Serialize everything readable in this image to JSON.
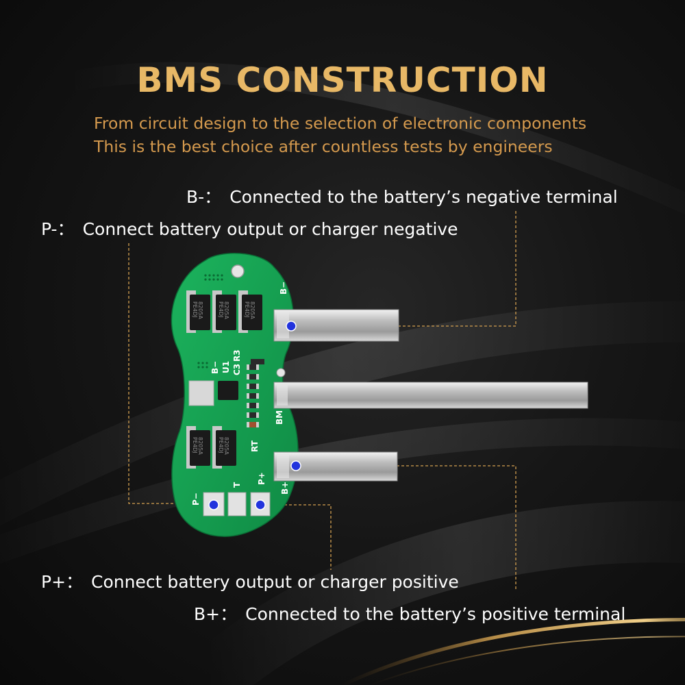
{
  "title": "BMS CONSTRUCTION",
  "subtitle_lines": [
    "From circuit design to the selection of electronic components",
    "This is the best choice after countless tests by engineers"
  ],
  "callouts": {
    "b_minus": {
      "label": "B-：",
      "text": "Connected to the battery’s negative terminal"
    },
    "p_minus": {
      "label": "P-：",
      "text": "Connect battery output or charger negative"
    },
    "p_plus": {
      "label": "P+：",
      "text": "Connect battery output or charger positive"
    },
    "b_plus": {
      "label": "B+：",
      "text": "Connected to the battery’s positive terminal"
    }
  },
  "board_silkscreen": {
    "b_minus_top": "B−",
    "b_minus_mid": "B−",
    "u1": "U1",
    "c3": "C3",
    "r3": "R3",
    "bm": "BM",
    "rt": "RT",
    "p_plus": "P+",
    "b_plus": "B+",
    "p_minus": "P−",
    "t": "T",
    "chip_line1": "8205A",
    "chip_line2": "PE4DJ"
  },
  "colors": {
    "accent_gold": "#e8b866",
    "subtitle_gold": "#d59a4e",
    "pcb_green": "#14a052",
    "callout_line": "#d4a050",
    "marker_blue": "#2233dd"
  }
}
